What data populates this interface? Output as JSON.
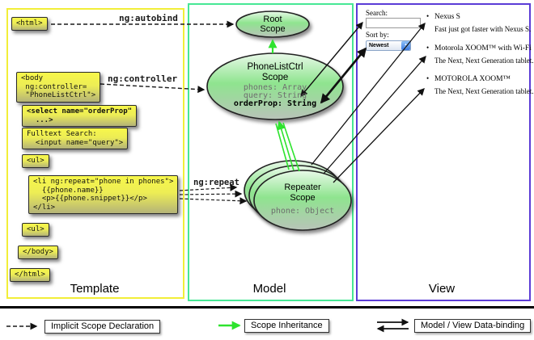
{
  "panels": {
    "template": {
      "label": "Template"
    },
    "model": {
      "label": "Model"
    },
    "view": {
      "label": "View"
    }
  },
  "directive_labels": {
    "autobind": "ng:autobind",
    "controller": "ng:controller",
    "repeat": "ng:repeat"
  },
  "template_code": {
    "html_open": "<html>",
    "body_open": "<body\n ng:controller=\n \"PhoneListCtrl\">",
    "select_orderprop": "<select name=\"orderProp\"\n  ...>",
    "fulltext_search": "Fulltext Search:\n  <input name=\"query\">",
    "ul_open": "<ul>",
    "li_repeat": "<li ng:repeat=\"phone in phones\">\n  {{phone.name}}\n  <p>{{phone.snippet}}</p>\n</li>",
    "ul_close": "<ul>",
    "body_close": "</body>",
    "html_close": "</html>"
  },
  "scopes": {
    "root": {
      "title": "Root\nScope"
    },
    "phone_list_ctrl": {
      "title": "PhoneListCtrl\nScope",
      "prop_phones": "phones: Array",
      "prop_query": "query: String",
      "prop_orderprop": "orderProp: String"
    },
    "repeater": {
      "title": "Repeater\nScope",
      "prop_phone": "phone: Object"
    }
  },
  "view": {
    "search_label": "Search:",
    "search_value": "",
    "sort_label": "Sort by:",
    "sort_value": "Newest",
    "phones": [
      {
        "name": "Nexus S",
        "snippet": "Fast just got faster with Nexus S."
      },
      {
        "name": "Motorola XOOM™ with Wi-Fi",
        "snippet": "The Next, Next Generation tablet."
      },
      {
        "name": "MOTOROLA XOOM™",
        "snippet": "The Next, Next Generation tablet."
      }
    ]
  },
  "legend": {
    "implicit": "Implicit Scope Declaration",
    "inheritance": "Scope Inheritance",
    "databinding": "Model / View Data-binding"
  },
  "colors": {
    "template_border": "#f2ee38",
    "model_border": "#47e795",
    "view_border": "#5b3cd6",
    "inheritance_green": "#2ee32e",
    "code_box_yellow": "#f7f74a",
    "scope_fill_green": "#8fe48f"
  }
}
